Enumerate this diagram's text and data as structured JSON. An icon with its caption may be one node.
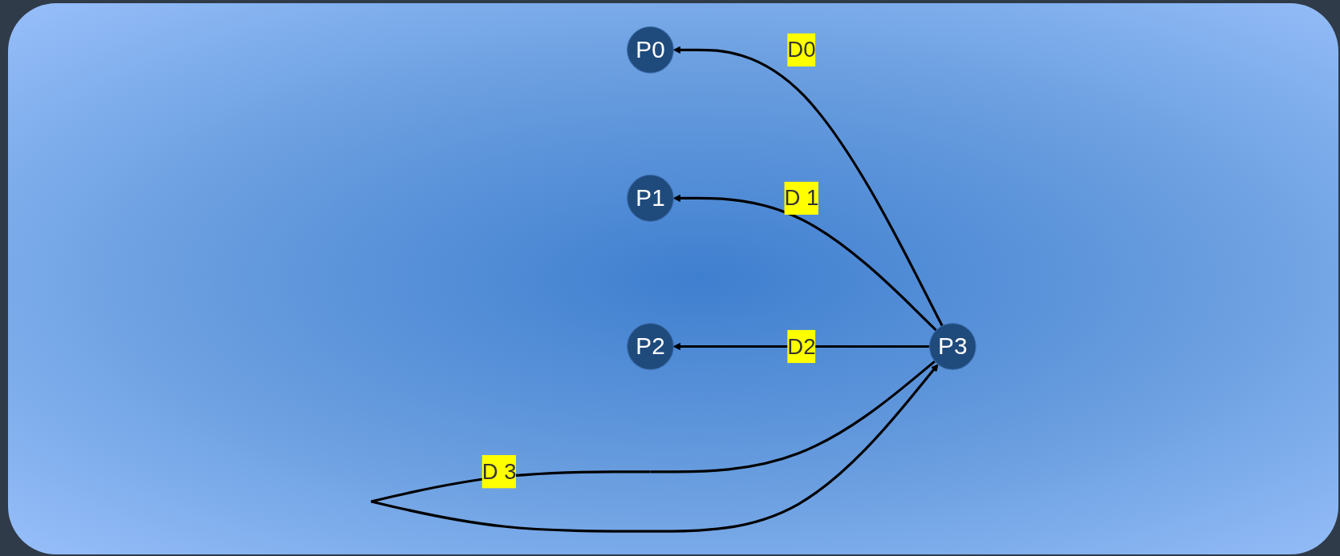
{
  "diagram": {
    "nodes": [
      {
        "text": [
          "P0"
        ]
      },
      {
        "text": [
          "P1"
        ]
      },
      {
        "text": [
          "P2"
        ]
      },
      {
        "text": [
          "P3"
        ]
      }
    ],
    "edges": [
      {
        "from": 3,
        "to": 0,
        "arrow": "to",
        "label": "D0"
      },
      {
        "from": 3,
        "to": 1,
        "arrow": "to",
        "label": "D 1"
      },
      {
        "from": 3,
        "to": 2,
        "arrow": "to",
        "label": "D2"
      },
      {
        "from": 3,
        "to": 3,
        "arrow": "to",
        "label": "D 3"
      }
    ]
  }
}
